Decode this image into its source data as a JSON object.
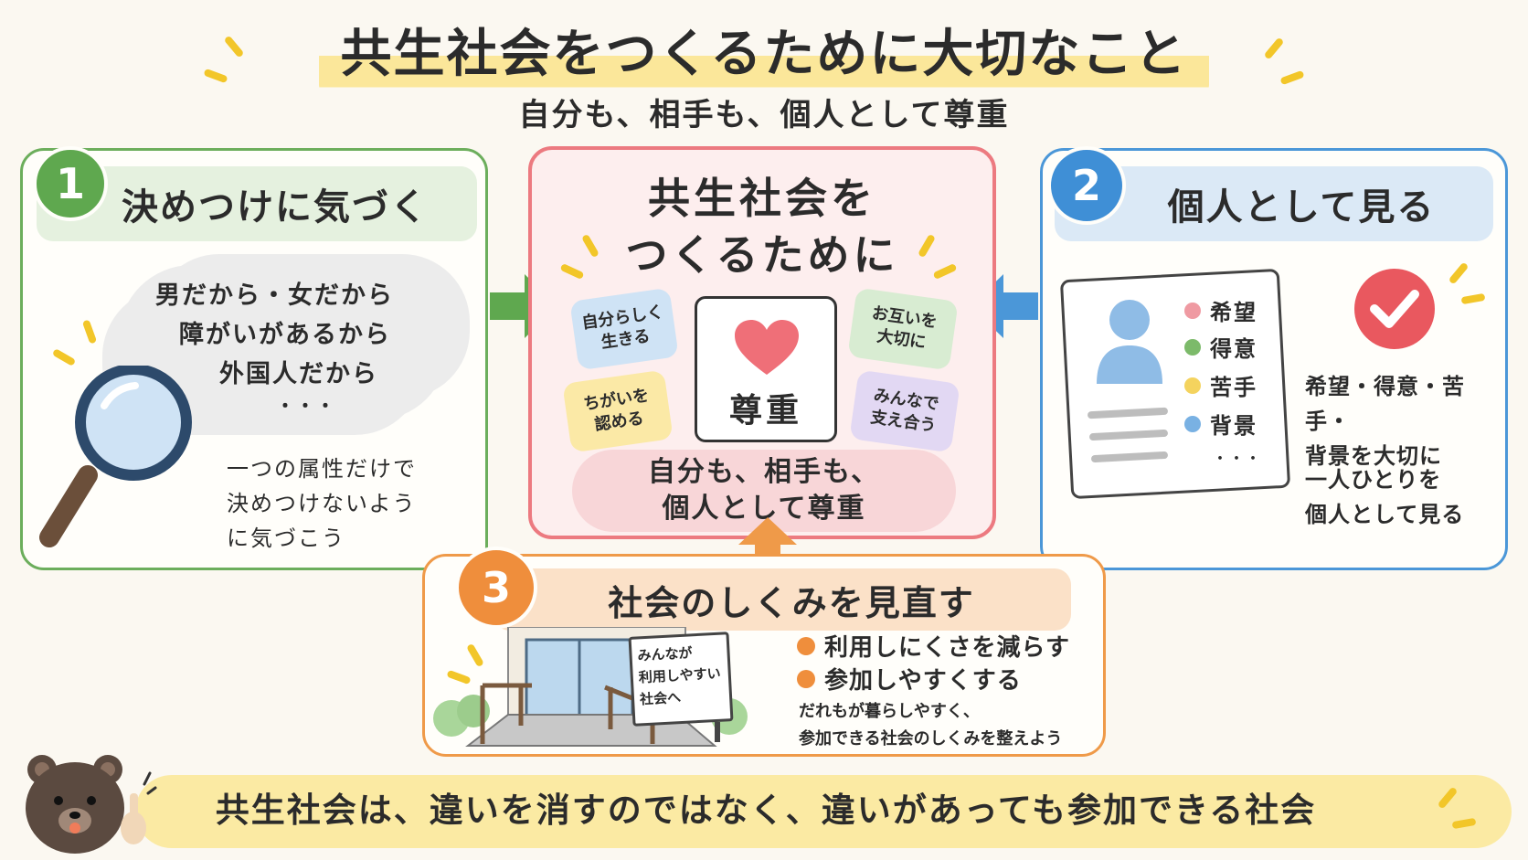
{
  "title": "共生社会をつくるために大切なこと",
  "subtitle": "自分も、相手も、個人として尊重",
  "center": {
    "title_line1": "共生社会を",
    "title_line2": "つくるために",
    "bubbles": [
      {
        "line1": "自分らしく",
        "line2": "生きる"
      },
      {
        "line1": "お互いを",
        "line2": "大切に"
      },
      {
        "line1": "ちがいを",
        "line2": "認める"
      },
      {
        "line1": "みんなで",
        "line2": "支え合う"
      }
    ],
    "card_label": "尊重",
    "bottom_line1": "自分も、相手も、",
    "bottom_line2": "個人として尊重"
  },
  "panel1": {
    "number": "1",
    "heading": "決めつけに気づく",
    "cloud_lines": [
      "男だから・女だから",
      "障がいがあるから",
      "外国人だから",
      "・・・"
    ],
    "note_lines": [
      "一つの属性だけで",
      "決めつけないよう",
      "に気づこう"
    ]
  },
  "panel2": {
    "number": "2",
    "heading": "個人として見る",
    "legend": [
      {
        "label": "希望",
        "color": "#ef9aa2"
      },
      {
        "label": "得意",
        "color": "#7cba6a"
      },
      {
        "label": "苦手",
        "color": "#f4d35e"
      },
      {
        "label": "背景",
        "color": "#79b1e3"
      }
    ],
    "legend_more": "・・・",
    "text1_line1": "希望・得意・苦手・",
    "text1_line2": "背景を大切に",
    "text2_line1": "一人ひとりを",
    "text2_line2": "個人として見る"
  },
  "panel3": {
    "number": "3",
    "heading": "社会のしくみを見直す",
    "sign_lines": [
      "みんなが",
      "利用しやすい",
      "社会へ"
    ],
    "items": [
      "利用しにくさを減らす",
      "参加しやすくする"
    ],
    "note_line1": "だれもが暮らしやすく、",
    "note_line2": "参加できる社会のしくみを整えよう"
  },
  "bottom_message": "共生社会は、違いを消すのではなく、違いがあっても参加できる社会",
  "colors": {
    "green": "#6cae5c",
    "blue": "#4b97d8",
    "pink": "#ec7a80",
    "orange": "#ef9a49",
    "yellow": "#f2c629"
  }
}
